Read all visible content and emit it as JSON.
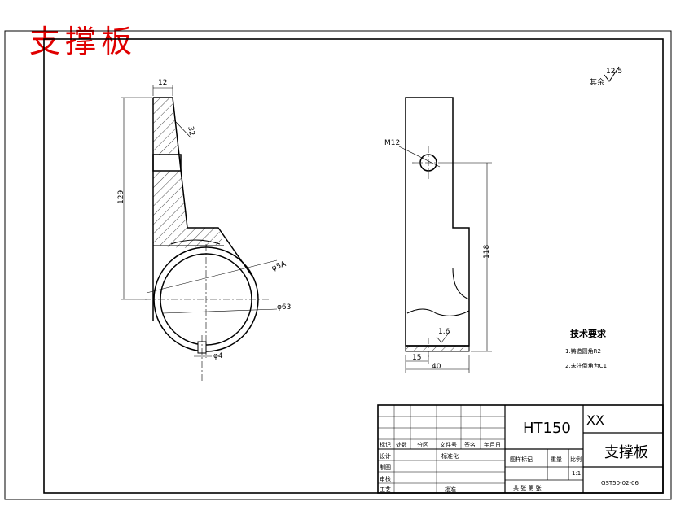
{
  "header": {
    "title": "支撑板"
  },
  "dimensions": {
    "width_top": "12",
    "angle_slope": "32",
    "height_left": "129",
    "dia_inner": "φ5A",
    "dia_outer": "φ63",
    "hole_bottom": "φ4",
    "thread": "M12",
    "height_right": "118",
    "offset": "15",
    "width_right": "40",
    "roughness_bottom": "1.6"
  },
  "roughness_note": {
    "label": "其余",
    "value": "12.5"
  },
  "requirements": {
    "heading": "技术要求",
    "items": [
      "1.铸造圆角R2",
      "2.未注倒角为C1"
    ]
  },
  "title_block": {
    "material": "HT150",
    "company": "XX",
    "part_name": "支撑板",
    "drawing_no": "GST50-02-06",
    "scale": "1:1",
    "row_headers": [
      "标记",
      "处数",
      "分区",
      "文件号",
      "签名",
      "年月日"
    ],
    "left_labels": [
      "设计",
      "制图",
      "审核",
      "工艺"
    ],
    "standardize": "标准化",
    "approve": "批准",
    "stage_mark": "图样标记",
    "weight": "重量",
    "ratio": "比例",
    "sheets": "共    张  第    张"
  }
}
